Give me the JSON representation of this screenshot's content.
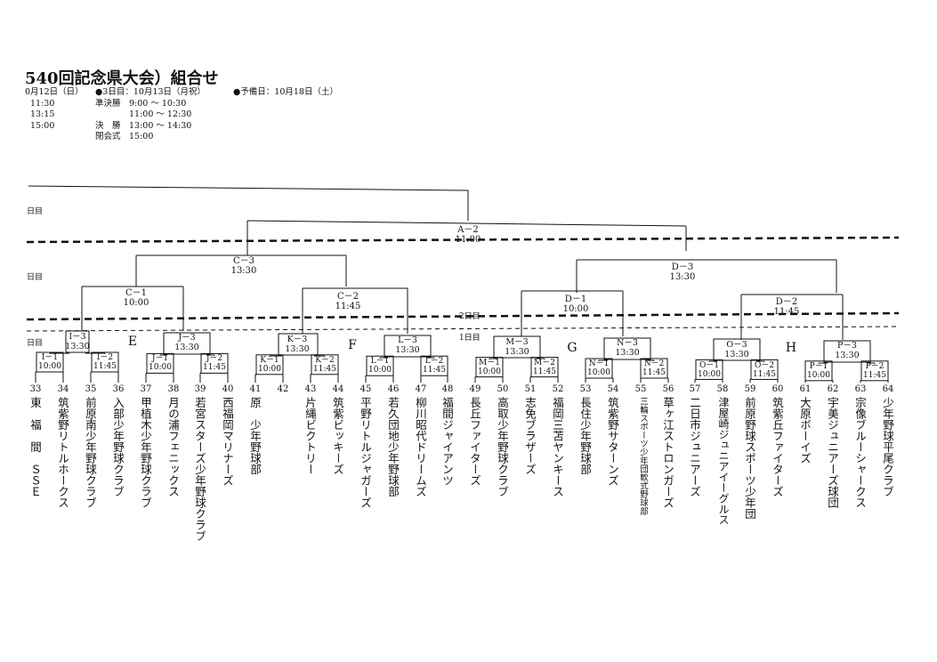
{
  "title": "540回記念県大会）組合せ",
  "schedule": {
    "day2_date": "0月12日（日）",
    "day2_times": [
      "11:30",
      "13:15",
      "15:00"
    ],
    "day3_date": "●3日目：10月13日（月祝）",
    "day3_rows": [
      "準決勝　9:00 ～ 10:30",
      "　　　　11:00 ～ 12:30",
      "決　勝　13:00 ～ 14:30",
      "閉会式　15:00"
    ],
    "reserve_date": "●予備日：10月18日（土）"
  },
  "day_labels": {
    "r4": "日目",
    "r3": "日目",
    "r2": "2日目",
    "r1": "1日目",
    "left_r1": "日目"
  },
  "block_letters": {
    "E": "E",
    "F": "F",
    "G": "G",
    "H": "H"
  },
  "matches": {
    "A2": {
      "code": "A－2",
      "time": "11:00"
    },
    "C3": {
      "code": "C－3",
      "time": "13:30"
    },
    "D3": {
      "code": "D－3",
      "time": "13:30"
    },
    "C1": {
      "code": "C－1",
      "time": "10:00"
    },
    "C2": {
      "code": "C－2",
      "time": "11:45"
    },
    "D1": {
      "code": "D－1",
      "time": "10:00"
    },
    "D2": {
      "code": "D－2",
      "time": "11:45"
    },
    "I3": {
      "code": "I－3",
      "time": "13:30"
    },
    "J3": {
      "code": "J－3",
      "time": "13:30"
    },
    "K3": {
      "code": "K－3",
      "time": "13:30"
    },
    "L3": {
      "code": "L－3",
      "time": "13:30"
    },
    "M3": {
      "code": "M－3",
      "time": "13:30"
    },
    "N3": {
      "code": "N－3",
      "time": "13:30"
    },
    "O3": {
      "code": "O－3",
      "time": "13:30"
    },
    "P3": {
      "code": "P－3",
      "time": "13:30"
    },
    "I1": {
      "code": "I－1",
      "time": "10:00"
    },
    "I2": {
      "code": "I－2",
      "time": "11:45"
    },
    "J1": {
      "code": "J－1",
      "time": "10:00"
    },
    "J2": {
      "code": "J－2",
      "time": "11:45"
    },
    "K1": {
      "code": "K－1",
      "time": "10:00"
    },
    "K2": {
      "code": "K－2",
      "time": "11:45"
    },
    "L1": {
      "code": "L－1",
      "time": "10:00"
    },
    "L2": {
      "code": "L－2",
      "time": "11:45"
    },
    "M1": {
      "code": "M－1",
      "time": "10:00"
    },
    "M2": {
      "code": "M－2",
      "time": "11:45"
    },
    "N1": {
      "code": "N－1",
      "time": "10:00"
    },
    "N2": {
      "code": "N－2",
      "time": "11:45"
    },
    "O1": {
      "code": "O－1",
      "time": "10:00"
    },
    "O2": {
      "code": "O－2",
      "time": "11:45"
    },
    "P1": {
      "code": "P－1",
      "time": "10:00"
    },
    "P2": {
      "code": "P－2",
      "time": "11:45"
    }
  },
  "teams": [
    {
      "no": "33",
      "name": "東　福　間　ＳＳＥ"
    },
    {
      "no": "34",
      "name": "筑紫野リトルホークス"
    },
    {
      "no": "35",
      "name": "前原南少年野球クラブ"
    },
    {
      "no": "36",
      "name": "入部少年野球クラブ"
    },
    {
      "no": "37",
      "name": "甲植木少年野球クラブ"
    },
    {
      "no": "38",
      "name": "月の浦フェニックス"
    },
    {
      "no": "39",
      "name": "若宮スターズ少年野球クラブ"
    },
    {
      "no": "40",
      "name": "西福岡マリナーズ"
    },
    {
      "no": "41",
      "name": "原　少年野球部"
    },
    {
      "no": "42",
      "name": ""
    },
    {
      "no": "43",
      "name": "片縄ビクトリー"
    },
    {
      "no": "44",
      "name": "筑紫ビッキーズ"
    },
    {
      "no": "45",
      "name": "平野リトルジャガーズ"
    },
    {
      "no": "46",
      "name": "若久団地少年野球部"
    },
    {
      "no": "47",
      "name": "柳川昭代ドリームズ"
    },
    {
      "no": "48",
      "name": "福間ジャイアンツ"
    },
    {
      "no": "49",
      "name": "長丘ファイターズ"
    },
    {
      "no": "50",
      "name": "高取少年野球クラブ"
    },
    {
      "no": "51",
      "name": "志免ブラザーズ"
    },
    {
      "no": "52",
      "name": "福岡三苫ヤンキース"
    },
    {
      "no": "53",
      "name": "長住少年野球部"
    },
    {
      "no": "54",
      "name": "筑紫野サターンズ"
    },
    {
      "no": "55",
      "name": "三輪スポーツ少年団軟式野球部"
    },
    {
      "no": "56",
      "name": "草ヶ江ストロンガーズ"
    },
    {
      "no": "57",
      "name": "二日市ジュニアーズ"
    },
    {
      "no": "58",
      "name": "津屋崎ジュニアイーグルス"
    },
    {
      "no": "59",
      "name": "前原野球スポーツ少年団"
    },
    {
      "no": "60",
      "name": "筑紫丘ファイターズ"
    },
    {
      "no": "61",
      "name": "大原ボーイズ"
    },
    {
      "no": "62",
      "name": "宇美ジュニアーズ球団"
    },
    {
      "no": "63",
      "name": "宗像ブルーシャークス"
    },
    {
      "no": "64",
      "name": "少年野球平尾クラブ"
    }
  ]
}
